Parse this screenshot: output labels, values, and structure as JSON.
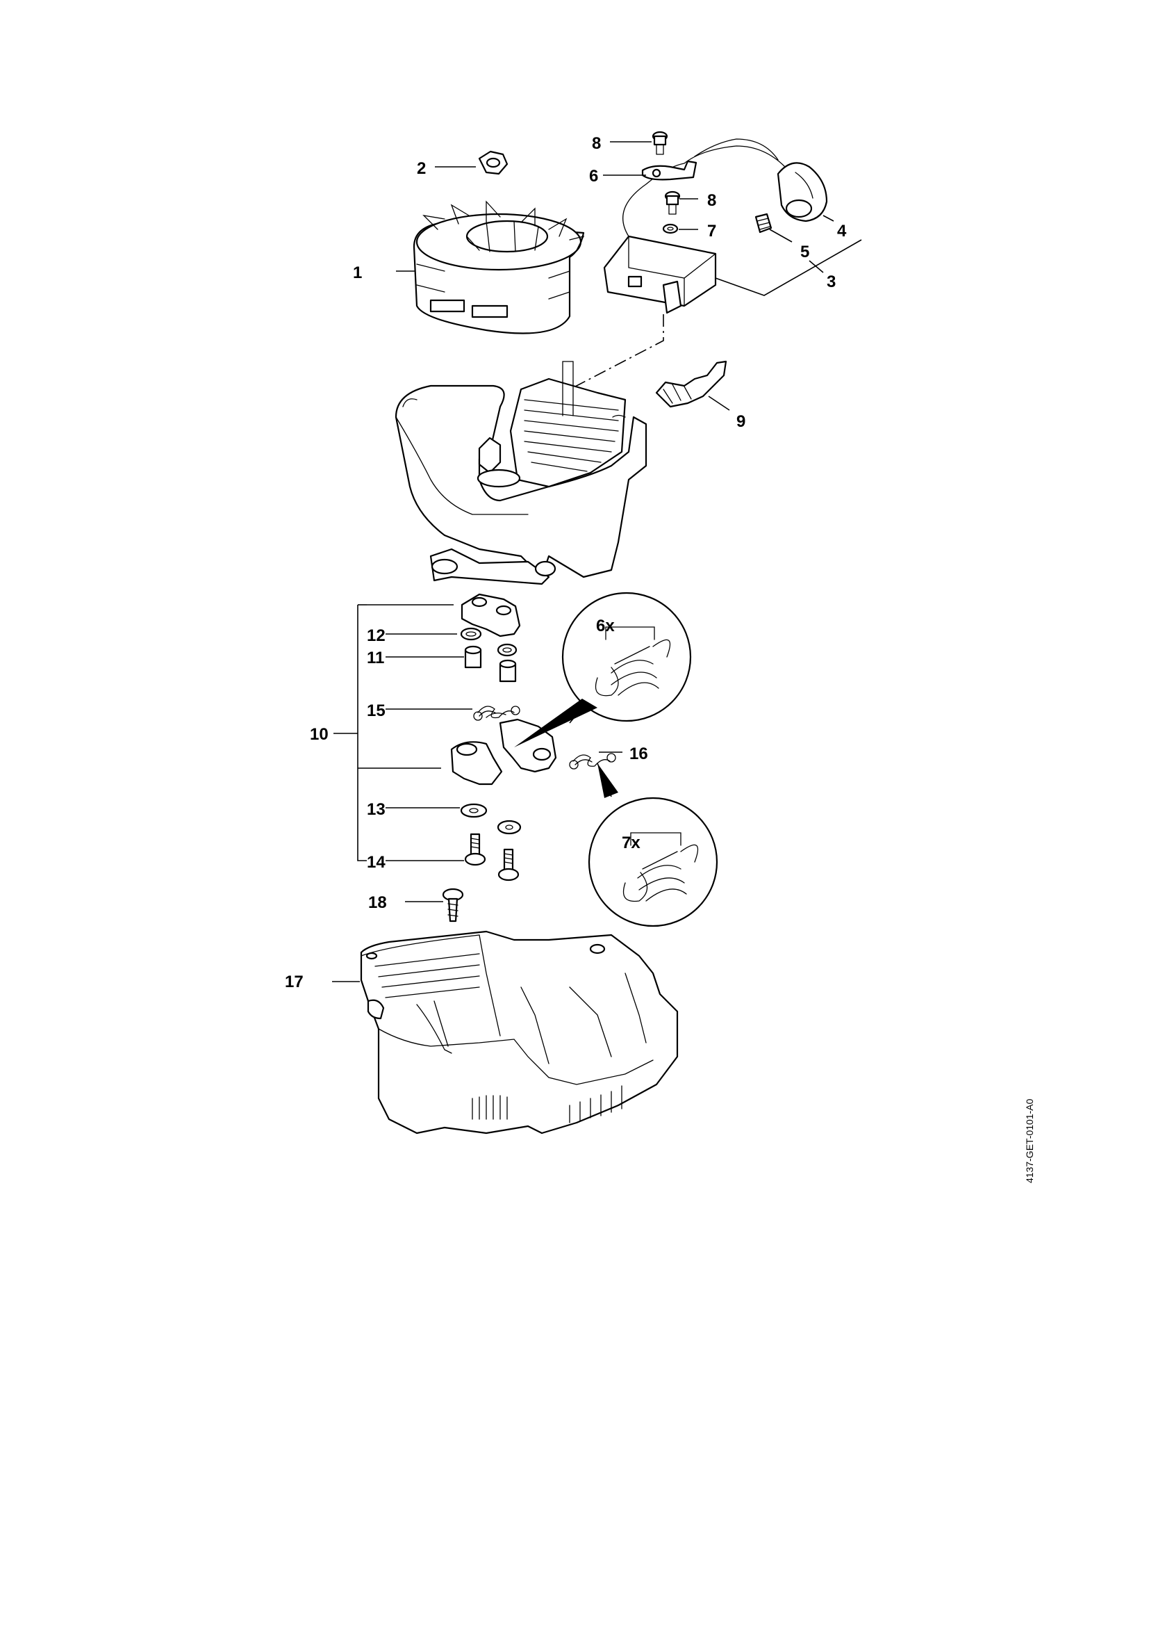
{
  "diagram": {
    "document_id": "4137-GET-0101-A0",
    "callouts": [
      "1",
      "2",
      "3",
      "4",
      "5",
      "6",
      "7",
      "8",
      "9",
      "10",
      "11",
      "12",
      "13",
      "14",
      "15",
      "16",
      "17",
      "18"
    ],
    "detail_labels": [
      "6x",
      "7x"
    ]
  }
}
